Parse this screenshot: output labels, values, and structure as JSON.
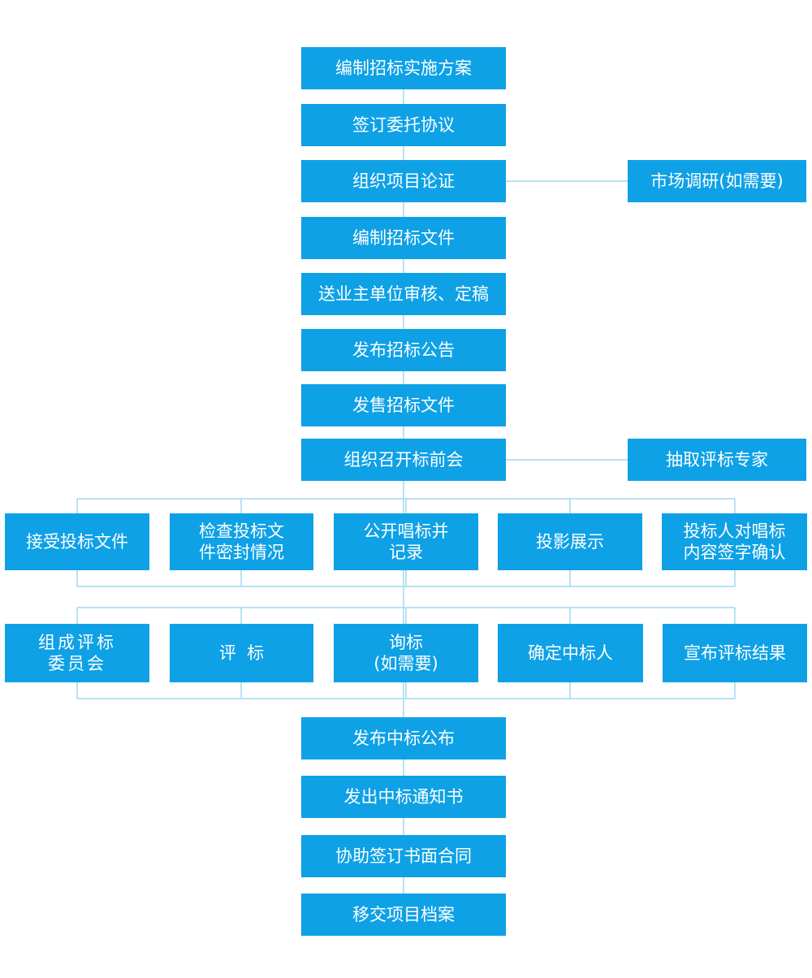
{
  "main_steps": [
    "编制招标实施方案",
    "签订委托协议",
    "组织项目论证",
    "编制招标文件",
    "送业主单位审核、定稿",
    "发布招标公告",
    "发售招标文件",
    "组织召开标前会"
  ],
  "side_steps": [
    "市场调研(如需要)",
    "抽取评标专家"
  ],
  "row1": [
    "接受投标文件",
    "检查投标文\n件密封情况",
    "公开唱标并\n记录",
    "投影展示",
    "投标人对唱标\n内容签字确认"
  ],
  "row2": [
    "组成评标\n委员会",
    "评  标",
    "询标\n(如需要)",
    "确定中标人",
    "宣布评标结果"
  ],
  "final_steps": [
    "发布中标公布",
    "发出中标通知书",
    "协助签订书面合同",
    "移交项目档案"
  ],
  "colors": {
    "box": "#0ea1e6",
    "line": "#9fd8f3"
  }
}
